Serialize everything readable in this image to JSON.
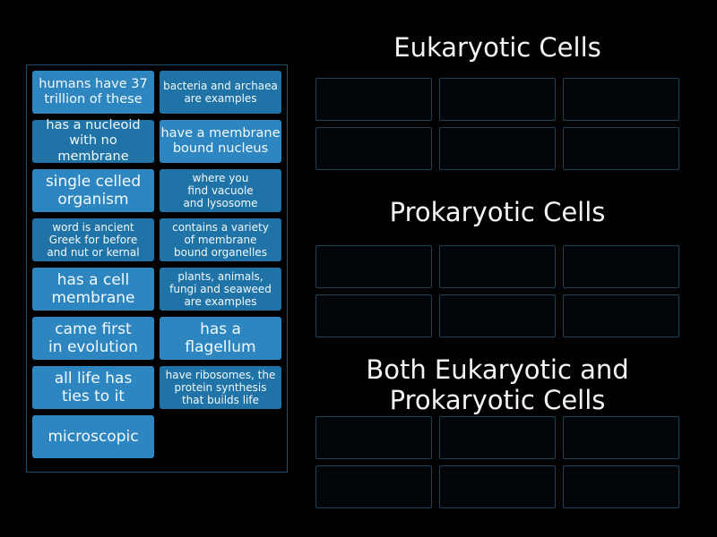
{
  "palette": {
    "background": "#010101",
    "card_light": "#2e86c1",
    "card_dark": "#1f73a6",
    "card_text": "#f2f9fd",
    "slot_border": "#1e4257",
    "container_border": "#1e4d6b",
    "title_text": "#f5f5f3"
  },
  "source_panel": {
    "cards": [
      {
        "text": "humans have 37\ntrillion of these",
        "shade": "light",
        "size": "md"
      },
      {
        "text": "bacteria and archaea\nare examples",
        "shade": "dark",
        "size": "sm"
      },
      {
        "text": "has a nucleoid\nwith no membrane",
        "shade": "dark",
        "size": "md"
      },
      {
        "text": "have a membrane\nbound nucleus",
        "shade": "light",
        "size": "md"
      },
      {
        "text": "single celled\norganism",
        "shade": "light",
        "size": "lg"
      },
      {
        "text": "where you\nfind vacuole\nand lysosome",
        "shade": "dark",
        "size": "sm"
      },
      {
        "text": "word is ancient\nGreek for before\nand nut or kernal",
        "shade": "dark",
        "size": "sm"
      },
      {
        "text": "contains a variety\nof membrane\nbound organelles",
        "shade": "dark",
        "size": "sm"
      },
      {
        "text": "has a cell\nmembrane",
        "shade": "light",
        "size": "lg"
      },
      {
        "text": "plants, animals,\nfungi and seaweed\nare examples",
        "shade": "dark",
        "size": "sm"
      },
      {
        "text": "came first\nin evolution",
        "shade": "light",
        "size": "lg"
      },
      {
        "text": "has a\nflagellum",
        "shade": "light",
        "size": "lg"
      },
      {
        "text": "all life has\nties to it",
        "shade": "light",
        "size": "lg"
      },
      {
        "text": "have ribosomes, the\nprotein synthesis\nthat builds life",
        "shade": "dark",
        "size": "sm"
      },
      {
        "text": "microscopic",
        "shade": "light",
        "size": "lg"
      }
    ]
  },
  "groups": [
    {
      "name": "eukaryotic",
      "title": "Eukaryotic Cells",
      "slot_count": 6
    },
    {
      "name": "prokaryotic",
      "title": "Prokaryotic Cells",
      "slot_count": 6
    },
    {
      "name": "both",
      "title": "Both Eukaryotic and\nProkaryotic Cells",
      "slot_count": 6
    }
  ]
}
